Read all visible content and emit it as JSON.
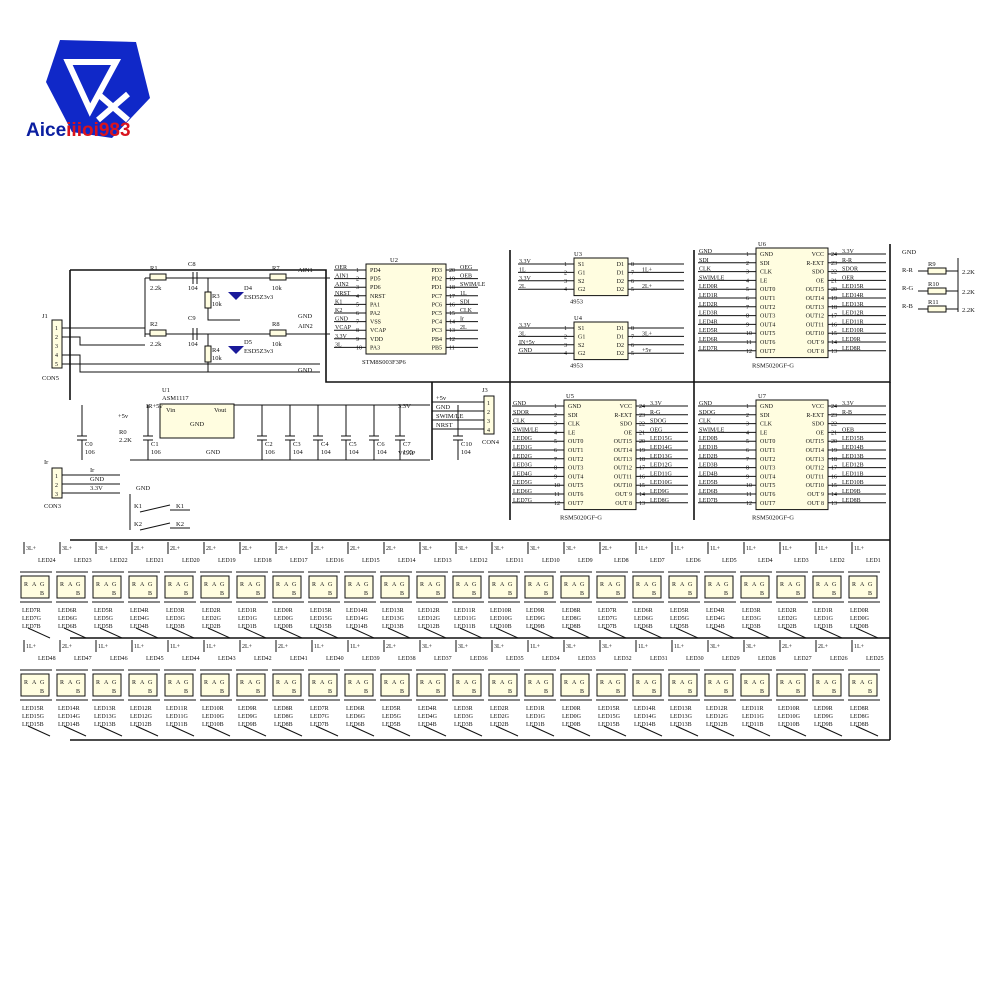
{
  "logo": {
    "brand_text": "Aiceiiioi983",
    "brand_part_blue": "Aice",
    "brand_part_red": "iiioi983",
    "colors": {
      "blue": "#0a1ea0",
      "red": "#d8141e"
    }
  },
  "connectors": {
    "j1": {
      "ref": "J1",
      "name": "CON5",
      "pins": [
        "1",
        "2",
        "3",
        "4",
        "5"
      ]
    },
    "j2": {
      "ref": "Ir",
      "name": "CON3",
      "pins": [
        "1",
        "2",
        "3"
      ],
      "nets": [
        "Ir",
        "GND",
        "3.3V"
      ]
    },
    "j3": {
      "ref": "J3",
      "name": "CON4",
      "pins": [
        "1",
        "2",
        "3",
        "4"
      ],
      "nets": [
        "+5v",
        "GND",
        "SWIM/LE",
        "NRST"
      ]
    }
  },
  "passives": {
    "r1": {
      "ref": "R1",
      "val": "2.2k"
    },
    "r2": {
      "ref": "R2",
      "val": "2.2k"
    },
    "r3": {
      "ref": "R3",
      "val": "10k"
    },
    "r4": {
      "ref": "R4",
      "val": "10k"
    },
    "r7": {
      "ref": "R7",
      "val": "10k"
    },
    "r8": {
      "ref": "R8",
      "val": "10k"
    },
    "r0": {
      "ref": "R0",
      "val": "2.2K"
    },
    "c8": {
      "ref": "C8",
      "val": "104"
    },
    "c9": {
      "ref": "C9",
      "val": "104"
    },
    "d4": {
      "ref": "D4",
      "val": "ESD5Z3v3"
    },
    "d5": {
      "ref": "D5",
      "val": "ESD5Z3v3"
    },
    "r9": {
      "ref": "R9",
      "val": "2.2K"
    },
    "r10": {
      "ref": "R10",
      "val": "2.2K"
    },
    "r11": {
      "ref": "R11",
      "val": "2.2K"
    },
    "caps": [
      {
        "ref": "C0",
        "val": "106"
      },
      {
        "ref": "C1",
        "val": "106"
      },
      {
        "ref": "C2",
        "val": "106"
      },
      {
        "ref": "C3",
        "val": "104"
      },
      {
        "ref": "C4",
        "val": "104"
      },
      {
        "ref": "C5",
        "val": "104"
      },
      {
        "ref": "C6",
        "val": "104"
      },
      {
        "ref": "C7",
        "val": "105"
      },
      {
        "ref": "C10",
        "val": "104"
      }
    ]
  },
  "nets": {
    "ain1": "AIN1",
    "ain2": "AIN2",
    "gnd": "GND",
    "vcap": "VCAP",
    "v33": "3.3V",
    "v5": "+5v",
    "k1": "K1",
    "k2": "K2",
    "rr": "R-R",
    "rg": "R-G",
    "rb": "R-B"
  },
  "u1": {
    "ref": "U1",
    "part": "ASM1117",
    "vin": "Vin",
    "vout": "Vout",
    "gnd": "GND",
    "in_label": "IR+5v"
  },
  "u2": {
    "ref": "U2",
    "part": "STM8S003F3P6",
    "left": [
      {
        "net": "OER",
        "pin": "1",
        "name": "PD4"
      },
      {
        "net": "AIN1",
        "pin": "2",
        "name": "PD5"
      },
      {
        "net": "AIN2",
        "pin": "3",
        "name": "PD6"
      },
      {
        "net": "NRST",
        "pin": "4",
        "name": "NRST"
      },
      {
        "net": "K1",
        "pin": "5",
        "name": "PA1"
      },
      {
        "net": "K2",
        "pin": "6",
        "name": "PA2"
      },
      {
        "net": "GND",
        "pin": "7",
        "name": "VSS"
      },
      {
        "net": "VCAP",
        "pin": "8",
        "name": "VCAP"
      },
      {
        "net": "3.3V",
        "pin": "9",
        "name": "VDD"
      },
      {
        "net": "3L",
        "pin": "10",
        "name": "PA3"
      }
    ],
    "right": [
      {
        "name": "PD3",
        "pin": "20",
        "net": "OEG"
      },
      {
        "name": "PD2",
        "pin": "19",
        "net": "OEB"
      },
      {
        "name": "PD1",
        "pin": "18",
        "net": "SWIM/LE"
      },
      {
        "name": "PC7",
        "pin": "17",
        "net": "1L"
      },
      {
        "name": "PC6",
        "pin": "16",
        "net": "SDI"
      },
      {
        "name": "PC5",
        "pin": "15",
        "net": "CLK"
      },
      {
        "name": "PC4",
        "pin": "14",
        "net": "Ir"
      },
      {
        "name": "PC3",
        "pin": "13",
        "net": "2L"
      },
      {
        "name": "PB4",
        "pin": "12",
        "net": ""
      },
      {
        "name": "PB5",
        "pin": "11",
        "net": ""
      }
    ]
  },
  "u3": {
    "ref": "U3",
    "part": "4953",
    "left": [
      {
        "net": "3.3V",
        "pin": "1",
        "name": "S1"
      },
      {
        "net": "1L",
        "pin": "2",
        "name": "G1"
      },
      {
        "net": "3.3V",
        "pin": "3",
        "name": "S2"
      },
      {
        "net": "2L",
        "pin": "4",
        "name": "G2"
      }
    ],
    "right": [
      {
        "name": "D1",
        "pin": "8",
        "net": ""
      },
      {
        "name": "D1",
        "pin": "7",
        "net": "1L+"
      },
      {
        "name": "D2",
        "pin": "6",
        "net": ""
      },
      {
        "name": "D2",
        "pin": "5",
        "net": "2L+"
      }
    ]
  },
  "u4": {
    "ref": "U4",
    "part": "4953",
    "left": [
      {
        "net": "3.3V",
        "pin": "1",
        "name": "S1"
      },
      {
        "net": "3L",
        "pin": "2",
        "name": "G1"
      },
      {
        "net": "IN+5v",
        "pin": "3",
        "name": "S2"
      },
      {
        "net": "GND",
        "pin": "4",
        "name": "G2"
      }
    ],
    "right": [
      {
        "name": "D1",
        "pin": "8",
        "net": ""
      },
      {
        "name": "D1",
        "pin": "7",
        "net": "3L+"
      },
      {
        "name": "D2",
        "pin": "6",
        "net": ""
      },
      {
        "name": "D2",
        "pin": "5",
        "net": "+5v"
      }
    ]
  },
  "drivers": [
    {
      "ref": "U6",
      "part": "RSM5020GF-G",
      "left": [
        {
          "net": "GND",
          "pin": "1",
          "name": "GND"
        },
        {
          "net": "SDI",
          "pin": "2",
          "name": "SDI"
        },
        {
          "net": "CLK",
          "pin": "3",
          "name": "CLK"
        },
        {
          "net": "SWIM/LE",
          "pin": "4",
          "name": "LE"
        },
        {
          "net": "LED0R",
          "pin": "5",
          "name": "OUT0"
        },
        {
          "net": "LED1R",
          "pin": "6",
          "name": "OUT1"
        },
        {
          "net": "LED2R",
          "pin": "7",
          "name": "OUT2"
        },
        {
          "net": "LED3R",
          "pin": "8",
          "name": "OUT3"
        },
        {
          "net": "LED4R",
          "pin": "9",
          "name": "OUT4"
        },
        {
          "net": "LED5R",
          "pin": "10",
          "name": "OUT5"
        },
        {
          "net": "LED6R",
          "pin": "11",
          "name": "OUT6"
        },
        {
          "net": "LED7R",
          "pin": "12",
          "name": "OUT7"
        }
      ],
      "right": [
        {
          "name": "VCC",
          "pin": "24",
          "net": "3.3V"
        },
        {
          "name": "R-EXT",
          "pin": "23",
          "net": "R-R"
        },
        {
          "name": "SDO",
          "pin": "22",
          "net": "SDOR"
        },
        {
          "name": "OE",
          "pin": "21",
          "net": "OER"
        },
        {
          "name": "OUT15",
          "pin": "20",
          "net": "LED15R"
        },
        {
          "name": "OUT14",
          "pin": "19",
          "net": "LED14R"
        },
        {
          "name": "OUT13",
          "pin": "18",
          "net": "LED13R"
        },
        {
          "name": "OUT12",
          "pin": "17",
          "net": "LED12R"
        },
        {
          "name": "OUT11",
          "pin": "16",
          "net": "LED11R"
        },
        {
          "name": "OUT10",
          "pin": "15",
          "net": "LED10R"
        },
        {
          "name": "OUT 9",
          "pin": "14",
          "net": "LED9R"
        },
        {
          "name": "OUT 8",
          "pin": "13",
          "net": "LED8R"
        }
      ]
    },
    {
      "ref": "U5",
      "part": "RSM5020GF-G",
      "left": [
        {
          "net": "GND",
          "pin": "1",
          "name": "GND"
        },
        {
          "net": "SDOR",
          "pin": "2",
          "name": "SDI"
        },
        {
          "net": "CLK",
          "pin": "3",
          "name": "CLK"
        },
        {
          "net": "SWIM/LE",
          "pin": "4",
          "name": "LE"
        },
        {
          "net": "LED0G",
          "pin": "5",
          "name": "OUT0"
        },
        {
          "net": "LED1G",
          "pin": "6",
          "name": "OUT1"
        },
        {
          "net": "LED2G",
          "pin": "7",
          "name": "OUT2"
        },
        {
          "net": "LED3G",
          "pin": "8",
          "name": "OUT3"
        },
        {
          "net": "LED4G",
          "pin": "9",
          "name": "OUT4"
        },
        {
          "net": "LED5G",
          "pin": "10",
          "name": "OUT5"
        },
        {
          "net": "LED6G",
          "pin": "11",
          "name": "OUT6"
        },
        {
          "net": "LED7G",
          "pin": "12",
          "name": "OUT7"
        }
      ],
      "right": [
        {
          "name": "VCC",
          "pin": "24",
          "net": "3.3V"
        },
        {
          "name": "R-EXT",
          "pin": "23",
          "net": "R-G"
        },
        {
          "name": "SDO",
          "pin": "22",
          "net": "SDOG"
        },
        {
          "name": "OE",
          "pin": "21",
          "net": "OEG"
        },
        {
          "name": "OUT15",
          "pin": "20",
          "net": "LED15G"
        },
        {
          "name": "OUT14",
          "pin": "19",
          "net": "LED14G"
        },
        {
          "name": "OUT13",
          "pin": "18",
          "net": "LED13G"
        },
        {
          "name": "OUT12",
          "pin": "17",
          "net": "LED12G"
        },
        {
          "name": "OUT11",
          "pin": "16",
          "net": "LED11G"
        },
        {
          "name": "OUT10",
          "pin": "15",
          "net": "LED10G"
        },
        {
          "name": "OUT 9",
          "pin": "14",
          "net": "LED9G"
        },
        {
          "name": "OUT 8",
          "pin": "13",
          "net": "LED8G"
        }
      ]
    },
    {
      "ref": "U7",
      "part": "RSM5020GF-G",
      "left": [
        {
          "net": "GND",
          "pin": "1",
          "name": "GND"
        },
        {
          "net": "SDOG",
          "pin": "2",
          "name": "SDI"
        },
        {
          "net": "CLK",
          "pin": "3",
          "name": "CLK"
        },
        {
          "net": "SWIM/LE",
          "pin": "4",
          "name": "LE"
        },
        {
          "net": "LED0B",
          "pin": "5",
          "name": "OUT0"
        },
        {
          "net": "LED1B",
          "pin": "6",
          "name": "OUT1"
        },
        {
          "net": "LED2B",
          "pin": "7",
          "name": "OUT2"
        },
        {
          "net": "LED3B",
          "pin": "8",
          "name": "OUT3"
        },
        {
          "net": "LED4B",
          "pin": "9",
          "name": "OUT4"
        },
        {
          "net": "LED5B",
          "pin": "10",
          "name": "OUT5"
        },
        {
          "net": "LED6B",
          "pin": "11",
          "name": "OUT6"
        },
        {
          "net": "LED7B",
          "pin": "12",
          "name": "OUT7"
        }
      ],
      "right": [
        {
          "name": "VCC",
          "pin": "24",
          "net": "3.3V"
        },
        {
          "name": "R-EXT",
          "pin": "23",
          "net": "R-B"
        },
        {
          "name": "SDO",
          "pin": "22",
          "net": ""
        },
        {
          "name": "OE",
          "pin": "21",
          "net": "OEB"
        },
        {
          "name": "OUT15",
          "pin": "20",
          "net": "LED15B"
        },
        {
          "name": "OUT14",
          "pin": "19",
          "net": "LED14B"
        },
        {
          "name": "OUT13",
          "pin": "18",
          "net": "LED13B"
        },
        {
          "name": "OUT12",
          "pin": "17",
          "net": "LED12B"
        },
        {
          "name": "OUT11",
          "pin": "16",
          "net": "LED11B"
        },
        {
          "name": "OUT10",
          "pin": "15",
          "net": "LED10B"
        },
        {
          "name": "OUT 9",
          "pin": "14",
          "net": "LED9B"
        },
        {
          "name": "OUT 8",
          "pin": "13",
          "net": "LED8B"
        }
      ]
    }
  ],
  "led_pin_letters": {
    "r": "R",
    "a": "A",
    "g": "G",
    "b": "B"
  },
  "led_rows": [
    {
      "refs": [
        "LED24",
        "LED23",
        "LED22",
        "LED21",
        "LED20",
        "LED19",
        "LED18",
        "LED17",
        "LED16",
        "LED15",
        "LED14",
        "LED13",
        "LED12",
        "LED11",
        "LED10",
        "LED9",
        "LED8",
        "LED7",
        "LED6",
        "LED5",
        "LED4",
        "LED3",
        "LED2",
        "LED1"
      ],
      "rails": [
        "3L+",
        "3L+",
        "3L+",
        "2L+",
        "2L+",
        "2L+",
        "2L+",
        "2L+",
        "2L+",
        "2L+",
        "2L+",
        "3L+",
        "3L+",
        "3L+",
        "3L+",
        "3L+",
        "2L+",
        "1L+",
        "1L+",
        "1L+",
        "1L+",
        "1L+",
        "1L+",
        "1L+"
      ]
    },
    {
      "refs": [
        "LED48",
        "LED47",
        "LED46",
        "LED45",
        "LED44",
        "LED43",
        "LED42",
        "LED41",
        "LED40",
        "LED39",
        "LED38",
        "LED37",
        "LED36",
        "LED35",
        "LED34",
        "LED33",
        "LED32",
        "LED31",
        "LED30",
        "LED29",
        "LED28",
        "LED27",
        "LED26",
        "LED25"
      ],
      "rails": [
        "1L+",
        "2L+",
        "1L+",
        "1L+",
        "1L+",
        "1L+",
        "2L+",
        "2L+",
        "1L+",
        "1L+",
        "2L+",
        "3L+",
        "3L+",
        "3L+",
        "1L+",
        "3L+",
        "3L+",
        "1L+",
        "1L+",
        "3L+",
        "3L+",
        "2L+",
        "2L+",
        "1L+"
      ]
    }
  ]
}
